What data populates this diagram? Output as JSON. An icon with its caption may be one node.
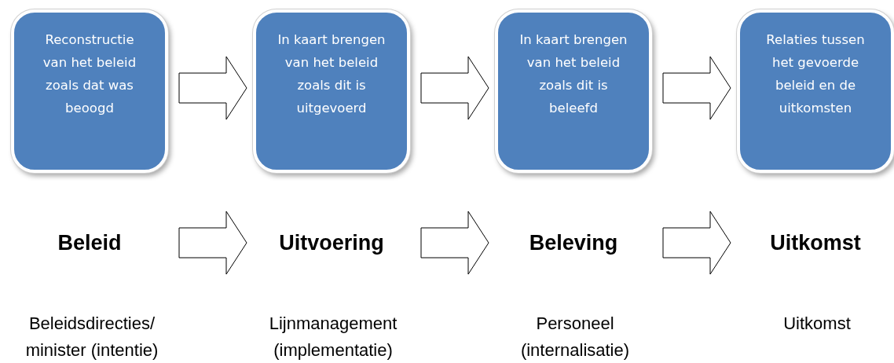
{
  "diagram": {
    "nodes": [
      {
        "text": [
          "Reconstructie van het beleid zoals dat was beoogd"
        ]
      },
      {
        "text": [
          "In kaart brengen van het beleid zoals dit is uitgevoerd"
        ]
      },
      {
        "text": [
          "In kaart brengen van het beleid zoals dit is beleefd"
        ]
      },
      {
        "text": [
          "Relaties tussen het gevoerde beleid en de uitkomsten"
        ]
      },
      {
        "text": [
          "Beleid"
        ]
      },
      {
        "text": [
          "Uitvoering"
        ]
      },
      {
        "text": [
          "Beleving"
        ]
      },
      {
        "text": [
          "Uitkomst"
        ]
      }
    ],
    "edges": [
      {
        "from": 0,
        "to": 1,
        "arrow": "to"
      },
      {
        "from": 1,
        "to": 2,
        "arrow": "to"
      },
      {
        "from": 2,
        "to": 3,
        "arrow": "to"
      },
      {
        "from": 4,
        "to": 5,
        "arrow": "to"
      },
      {
        "from": 5,
        "to": 6,
        "arrow": "to"
      },
      {
        "from": 6,
        "to": 7,
        "arrow": "to"
      }
    ],
    "labels": [
      "Beleidsdirecties/ minister (intentie)",
      "Lijnmanagement (implementatie)",
      "Personeel (internalisatie)",
      "Uitkomst"
    ]
  }
}
